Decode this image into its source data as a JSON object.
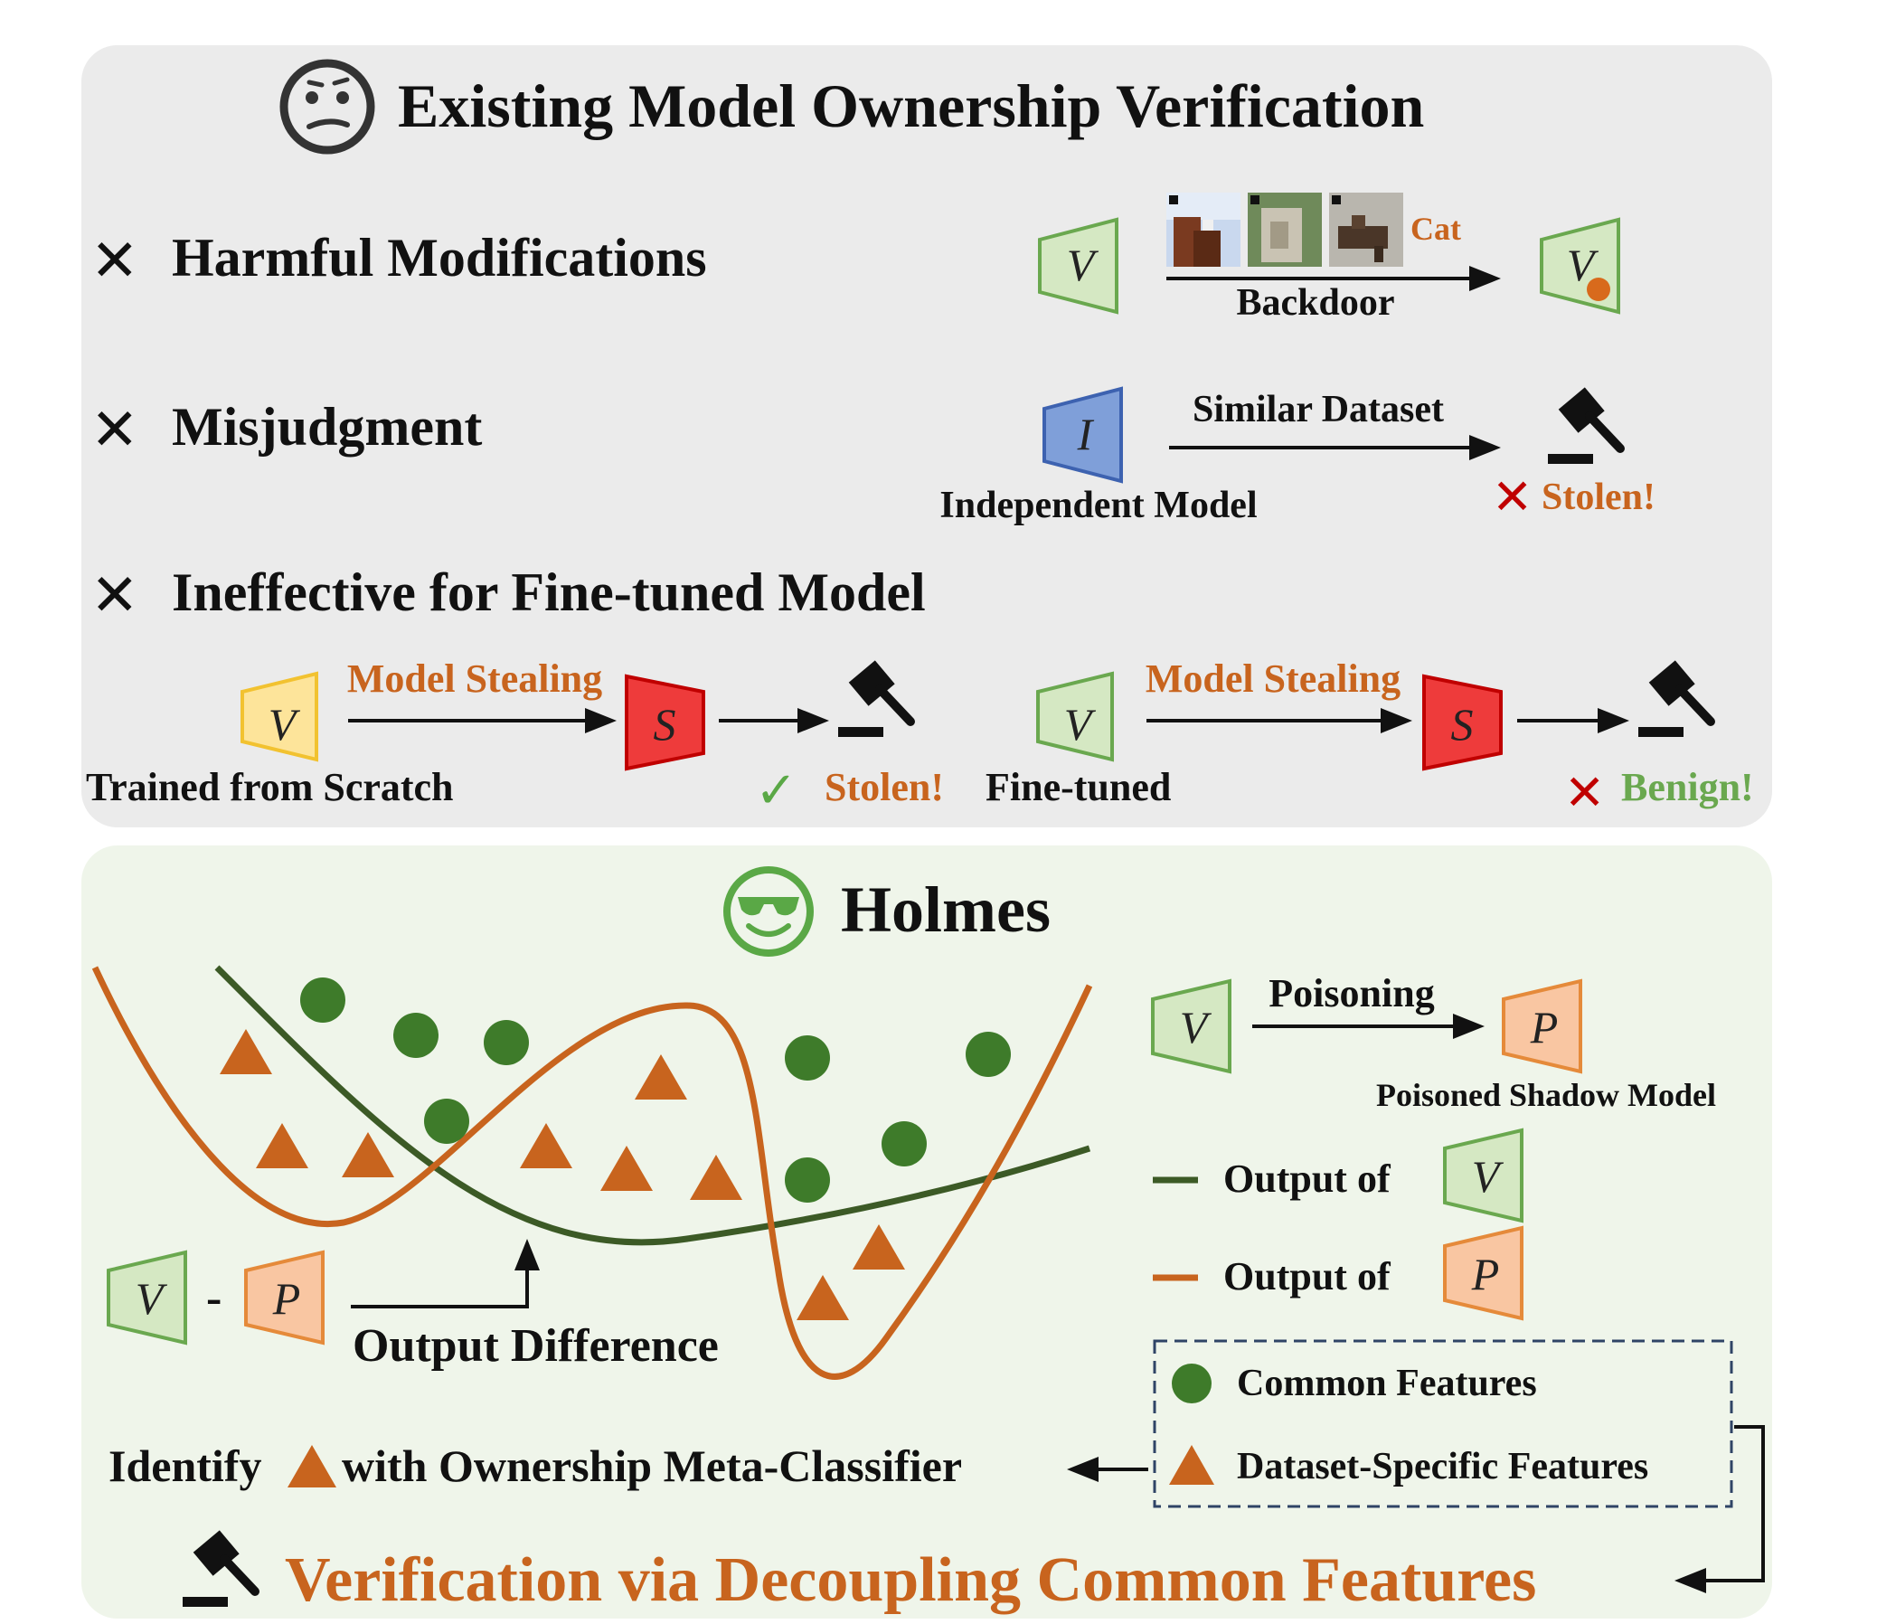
{
  "colors": {
    "top_panel_bg": "#ebebeb",
    "bottom_panel_bg": "#eff5ea",
    "orange": "#c8641e",
    "green_curve": "#3c5a26",
    "green_dot": "#3e7b2a",
    "victim_fill": "#d5e8c3",
    "victim_stroke": "#6aa84f",
    "stolen_fill": "#ee3b3b",
    "stolen_stroke": "#c00000",
    "independent_fill": "#7f9fd9",
    "independent_stroke": "#3d62b0",
    "scratch_fill": "#fde49a",
    "scratch_stroke": "#f2c230",
    "poison_fill": "#f9c6a2",
    "poison_stroke": "#e58a3a",
    "red_x": "#c00000",
    "green_check": "#5aa846",
    "benign_text": "#6aa84f"
  },
  "top": {
    "title": "Existing Model Ownership Verification",
    "title_icon": "confused-face-icon",
    "issues": [
      {
        "marker": "✕",
        "label": "Harmful Modifications"
      },
      {
        "marker": "✕",
        "label": "Misjudgment"
      },
      {
        "marker": "✕",
        "label": "Ineffective for Fine-tuned Model"
      }
    ],
    "backdoor": {
      "model_label": "V",
      "trigger_label": "Cat",
      "arrow_label": "Backdoor",
      "output_label": "V"
    },
    "misjudgment": {
      "model_label": "I",
      "model_caption": "Independent Model",
      "arrow_label": "Similar Dataset",
      "verdict_marker": "✕",
      "verdict": "Stolen!"
    },
    "scratch": {
      "model_label": "V",
      "caption": "Trained from Scratch",
      "arrow_label": "Model Stealing",
      "stolen_label": "S",
      "verdict_marker": "✓",
      "verdict": "Stolen!"
    },
    "finetuned": {
      "model_label": "V",
      "caption": "Fine-tuned",
      "arrow_label": "Model Stealing",
      "stolen_label": "S",
      "verdict_marker": "✕",
      "verdict": "Benign!"
    }
  },
  "bottom": {
    "title": "Holmes",
    "title_icon": "sunglasses-face-icon",
    "poisoning": {
      "model_label": "V",
      "arrow_label": "Poisoning",
      "poisoned_label": "P",
      "poisoned_caption": "Poisoned Shadow Model"
    },
    "legend": [
      {
        "text": "Output of",
        "model": "V"
      },
      {
        "text": "Output of",
        "model": "P"
      }
    ],
    "difference": {
      "left": "V",
      "operator": "-",
      "right": "P",
      "label": "Output Difference"
    },
    "features": [
      {
        "icon": "green-circle-icon",
        "label": "Common Features"
      },
      {
        "icon": "orange-triangle-icon",
        "label": "Dataset-Specific Features"
      }
    ],
    "identify": {
      "before": "Identify",
      "after": "with Ownership Meta-Classifier"
    },
    "conclusion": "Verification via Decoupling Common Features"
  }
}
